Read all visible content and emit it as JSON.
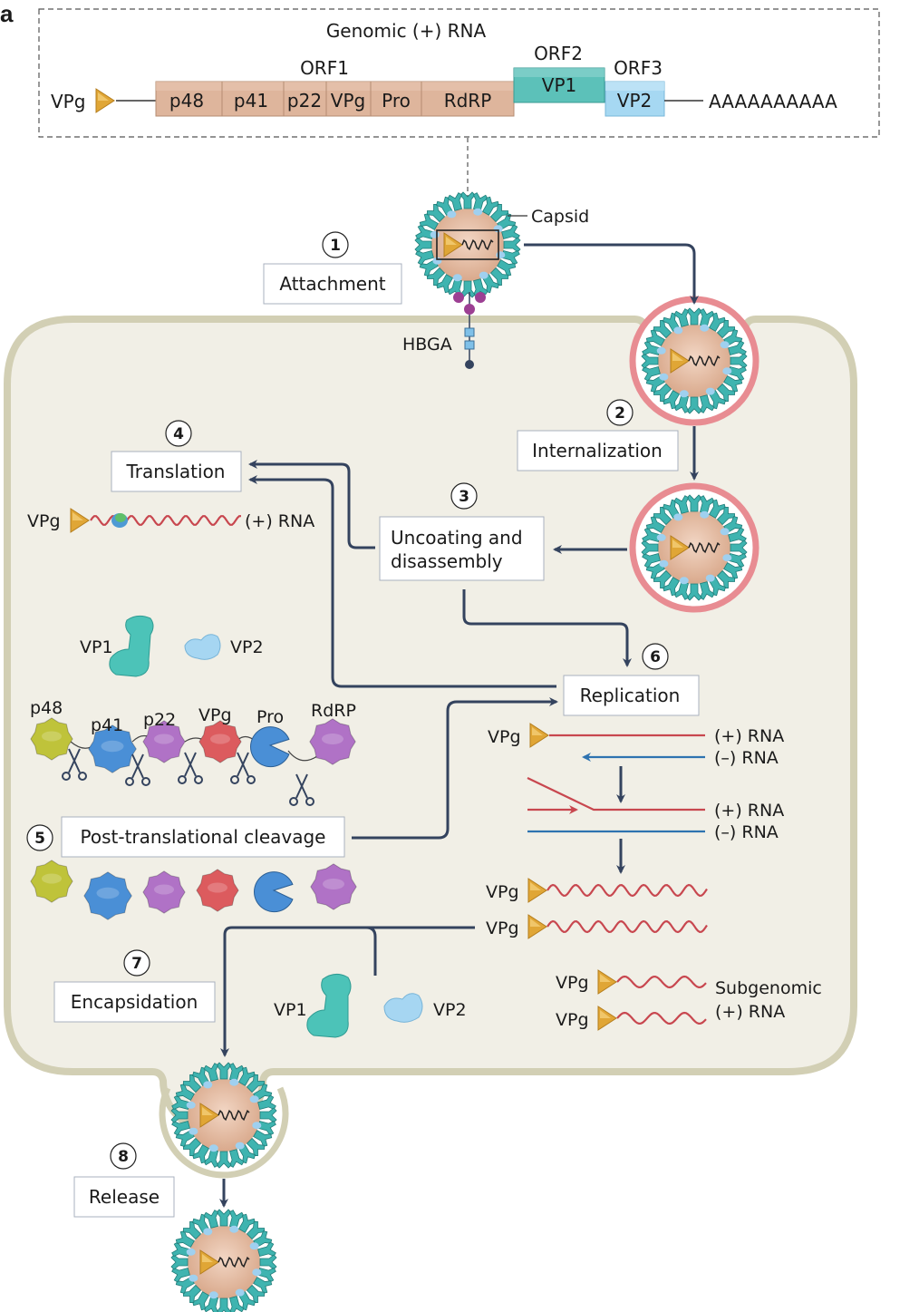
{
  "panel_label": "a",
  "genome": {
    "title": "Genomic (+) RNA",
    "vpg_label": "VPg",
    "orf1_label": "ORF1",
    "orf2_label": "ORF2",
    "orf3_label": "ORF3",
    "orf1_segments": [
      "p48",
      "p41",
      "p22",
      "VPg",
      "Pro",
      "RdRP"
    ],
    "orf2_segment": "VP1",
    "orf3_segment": "VP2",
    "polyA": "AAAAAAAAAA"
  },
  "labels": {
    "capsid": "Capsid",
    "hbga": "HBGA",
    "vpg": "VPg",
    "plus_rna": "(+) RNA",
    "minus_rna": "(–) RNA",
    "vp1": "VP1",
    "vp2": "VP2",
    "subgenomic_line1": "Subgenomic",
    "subgenomic_line2": "(+) RNA"
  },
  "proteins": [
    "p48",
    "p41",
    "p22",
    "VPg",
    "Pro",
    "RdRP"
  ],
  "steps": [
    {
      "num": "1",
      "label": "Attachment"
    },
    {
      "num": "2",
      "label": "Internalization"
    },
    {
      "num": "3",
      "label_line1": "Uncoating and",
      "label_line2": "disassembly"
    },
    {
      "num": "4",
      "label": "Translation"
    },
    {
      "num": "5",
      "label": "Post-translational cleavage"
    },
    {
      "num": "6",
      "label": "Replication"
    },
    {
      "num": "7",
      "label": "Encapsidation"
    },
    {
      "num": "8",
      "label": "Release"
    }
  ],
  "colors": {
    "arrow": "#34435e",
    "cell_fill": "#f1efe6",
    "cell_border": "#d8d5bd",
    "plus_rna": "#c8474f",
    "minus_rna": "#2e73b0",
    "capsid": "#3fb4b0",
    "vpg": "#e0a636",
    "orf1": "#deb59c",
    "orf2": "#5cc1b9",
    "orf3": "#a6d8f2",
    "endosome": "#e88c92"
  }
}
